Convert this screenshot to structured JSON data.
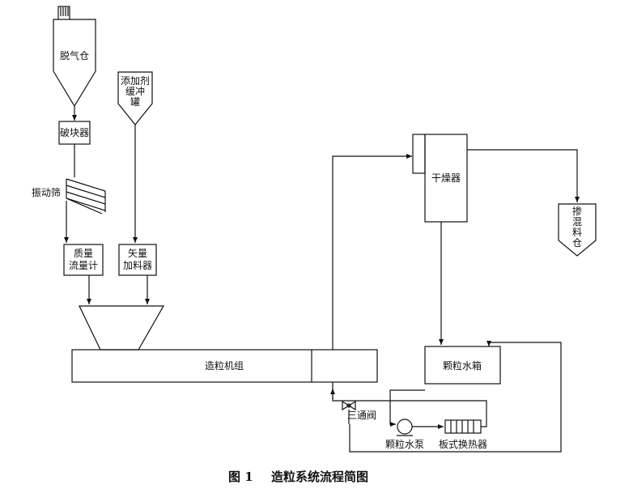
{
  "labels": {
    "degas_bin": "脱气仓",
    "breaker": "破块器",
    "vib_screen": "振动筛",
    "additive_tank": [
      "添加剂",
      "缓冲",
      "罐"
    ],
    "mass_meter": [
      "质量",
      "流量计"
    ],
    "vector_feeder": [
      "矢量",
      "加料器"
    ],
    "granulator": "造粒机组",
    "dryer": "干燥器",
    "blend_bin": [
      "掺",
      "混",
      "料",
      "仓"
    ],
    "water_tank": "颗粒水箱",
    "three_way": "三通阀",
    "pump": "颗粒水泵",
    "heat_exchanger": "板式换热器"
  },
  "caption": {
    "number": "图 1",
    "title": "造粒系统流程简图"
  },
  "colors": {
    "line": "#111111",
    "background": "#ffffff"
  }
}
